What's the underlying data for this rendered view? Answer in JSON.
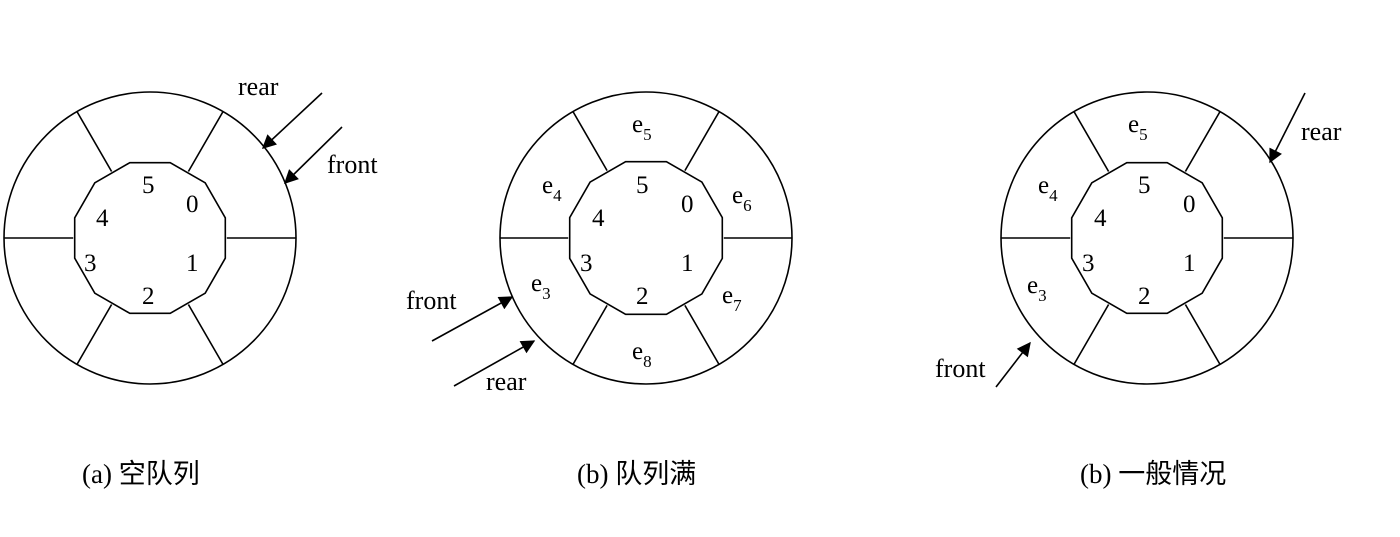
{
  "diagrams": [
    {
      "id": "empty",
      "caption": "(a) 空队列",
      "slot_indices": [
        "0",
        "1",
        "2",
        "3",
        "4",
        "5"
      ],
      "elements": [
        {
          "slot": 0,
          "base": "",
          "sub": ""
        },
        {
          "slot": 1,
          "base": "",
          "sub": ""
        },
        {
          "slot": 2,
          "base": "",
          "sub": ""
        },
        {
          "slot": 3,
          "base": "",
          "sub": ""
        },
        {
          "slot": 4,
          "base": "",
          "sub": ""
        },
        {
          "slot": 5,
          "base": "",
          "sub": ""
        }
      ],
      "pointers": [
        {
          "name": "rear",
          "label": "rear"
        },
        {
          "name": "front",
          "label": "front"
        }
      ]
    },
    {
      "id": "full",
      "caption": "(b) 队列满",
      "slot_indices": [
        "0",
        "1",
        "2",
        "3",
        "4",
        "5"
      ],
      "elements": [
        {
          "slot": 0,
          "base": "e",
          "sub": "6"
        },
        {
          "slot": 1,
          "base": "e",
          "sub": "7"
        },
        {
          "slot": 2,
          "base": "e",
          "sub": "8"
        },
        {
          "slot": 3,
          "base": "e",
          "sub": "3"
        },
        {
          "slot": 4,
          "base": "e",
          "sub": "4"
        },
        {
          "slot": 5,
          "base": "e",
          "sub": "5"
        }
      ],
      "pointers": [
        {
          "name": "front",
          "label": "front"
        },
        {
          "name": "rear",
          "label": "rear"
        }
      ]
    },
    {
      "id": "general",
      "caption": "(b) 一般情况",
      "slot_indices": [
        "0",
        "1",
        "2",
        "3",
        "4",
        "5"
      ],
      "elements": [
        {
          "slot": 0,
          "base": "",
          "sub": ""
        },
        {
          "slot": 1,
          "base": "",
          "sub": ""
        },
        {
          "slot": 2,
          "base": "",
          "sub": ""
        },
        {
          "slot": 3,
          "base": "e",
          "sub": "3"
        },
        {
          "slot": 4,
          "base": "e",
          "sub": "4"
        },
        {
          "slot": 5,
          "base": "e",
          "sub": "5"
        }
      ],
      "pointers": [
        {
          "name": "rear",
          "label": "rear"
        },
        {
          "name": "front",
          "label": "front"
        }
      ]
    }
  ]
}
